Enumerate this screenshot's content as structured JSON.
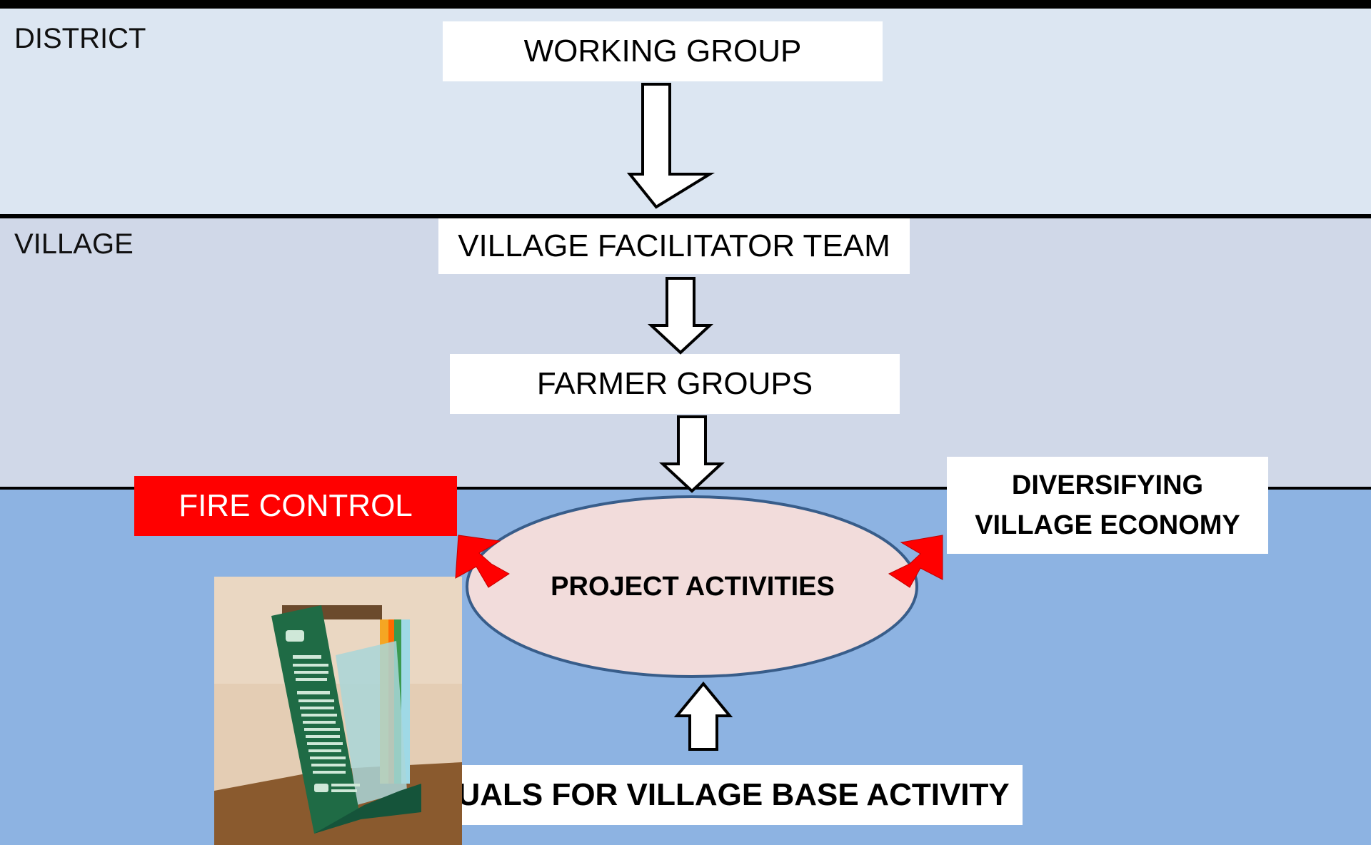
{
  "bands": {
    "district": {
      "label": "DISTRICT",
      "color": "#dce6f2"
    },
    "village": {
      "label": "VILLAGE",
      "color": "#d0d8e8"
    },
    "activities": {
      "color": "#8db3e2"
    }
  },
  "nodes": {
    "working_group": "WORKING GROUP",
    "village_facilitator_team": "VILLAGE FACILITATOR TEAM",
    "farmer_groups": "FARMER GROUPS",
    "project_activities": "PROJECT ACTIVITIES",
    "fire_control": "FIRE CONTROL",
    "diversifying_line1": "DIVERSIFYING",
    "diversifying_line2": "VILLAGE ECONOMY",
    "manuals": "MANUALS FOR VILLAGE BASE ACTIVITY"
  },
  "colors": {
    "fire_control_bg": "#ff0000",
    "ellipse_fill": "#f2dcdb",
    "ellipse_stroke": "#385d8a",
    "red_arrow": "#ff0000"
  },
  "photo": {
    "icon": "manual-box-photo"
  }
}
